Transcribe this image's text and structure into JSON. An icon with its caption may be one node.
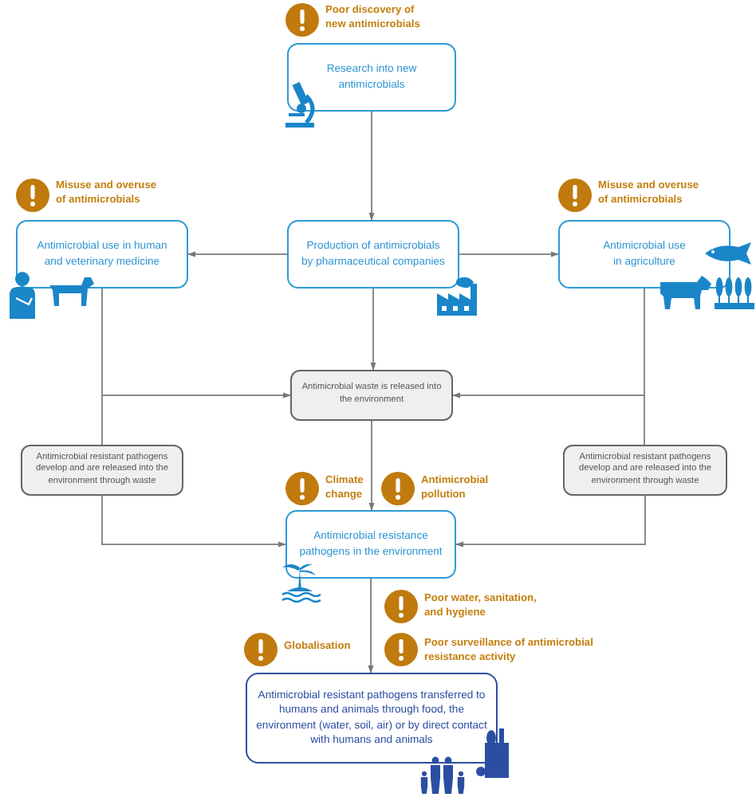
{
  "diagram": {
    "nodes": [
      {
        "text": [
          "Research into new antimicrobials"
        ]
      },
      {
        "text": [
          "Production of antimicrobials by pharmaceutical companies"
        ]
      },
      {
        "text": [
          "Antimicrobial use in human and veterinary medicine"
        ]
      },
      {
        "text": [
          "Antimicrobial use in agriculture"
        ]
      },
      {
        "text": [
          "Antimicrobial waste is released into the environment"
        ]
      },
      {
        "text": [
          "Antimicrobial resistant pathogens develop and are released into the environment through waste"
        ]
      },
      {
        "text": [
          "Antimicrobial resistant pathogens develop and are released into the environment through waste"
        ]
      },
      {
        "text": [
          "Antimicrobial resistance pathogens in the environment"
        ]
      },
      {
        "text": [
          "Antimicrobial resistant pathogens transferred to humans and animals through food, the environment (water, soil, air) or by direct contact with humans and animals"
        ]
      }
    ],
    "edges": [
      {
        "from": 0,
        "to": 1,
        "arrow": "to"
      },
      {
        "from": 1,
        "to": 2,
        "arrow": "to"
      },
      {
        "from": 1,
        "to": 3,
        "arrow": "to"
      },
      {
        "from": 1,
        "to": 4,
        "arrow": "to"
      },
      {
        "from": 2,
        "to": 4,
        "arrow": "to"
      },
      {
        "from": 2,
        "to": 5,
        "arrow": "none"
      },
      {
        "from": 3,
        "to": 4,
        "arrow": "to"
      },
      {
        "from": 3,
        "to": 6,
        "arrow": "none"
      },
      {
        "from": 5,
        "to": 7,
        "arrow": "to"
      },
      {
        "from": 6,
        "to": 7,
        "arrow": "to"
      },
      {
        "from": 4,
        "to": 7,
        "arrow": "to"
      },
      {
        "from": 7,
        "to": 8,
        "arrow": "to"
      }
    ],
    "labels": [
      "Poor discovery of new antimicrobials",
      "Misuse and overuse of antimicrobials",
      "Misuse and overuse of antimicrobials",
      "Climate change",
      "Antimicrobial pollution",
      "Poor water, sanitation, and hygiene",
      "Globalisation",
      "Poor surveillance of antimicrobial resistance activity"
    ]
  }
}
